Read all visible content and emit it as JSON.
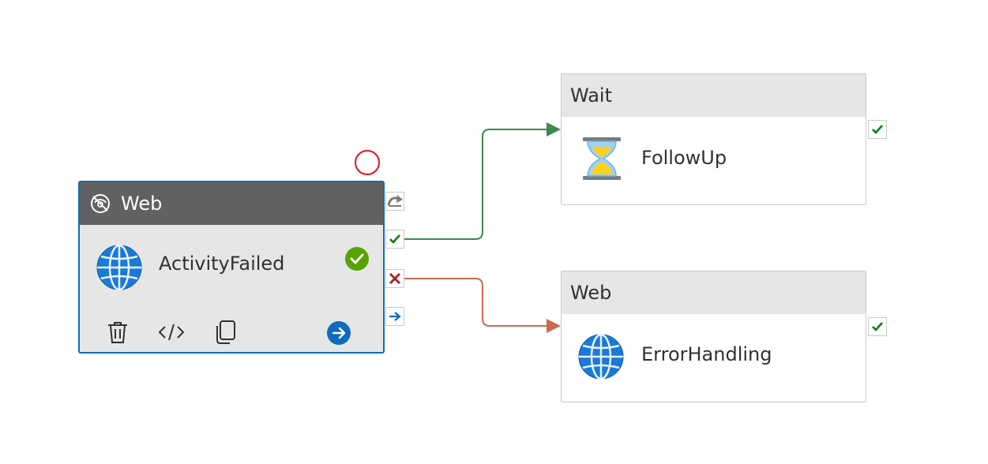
{
  "colors": {
    "selected_border": "#0f6cbd",
    "success_line": "#3c8a4e",
    "failure_line": "#cc6a4e",
    "success_check": "#107c10",
    "failure_x": "#a4262c",
    "status_ok": "#57a300",
    "completion_arrow": "#0f6cbd",
    "breakpoint": "#e81123"
  },
  "selected_activity": {
    "type_label": "Web",
    "name": "ActivityFailed",
    "header_icon": "deactivate-icon",
    "body_icon": "globe-icon",
    "status_icon": "check-circle-icon",
    "toolbar": [
      "delete-icon",
      "code-icon",
      "copy-icon",
      "go-to-icon"
    ],
    "ports": [
      "skip-icon",
      "success-check-icon",
      "failure-x-icon",
      "completion-arrow-icon"
    ]
  },
  "wait_activity": {
    "type_label": "Wait",
    "name": "FollowUp",
    "body_icon": "hourglass-icon",
    "port_icon": "success-check-icon"
  },
  "web_activity": {
    "type_label": "Web",
    "name": "ErrorHandling",
    "body_icon": "globe-icon",
    "port_icon": "success-check-icon"
  }
}
